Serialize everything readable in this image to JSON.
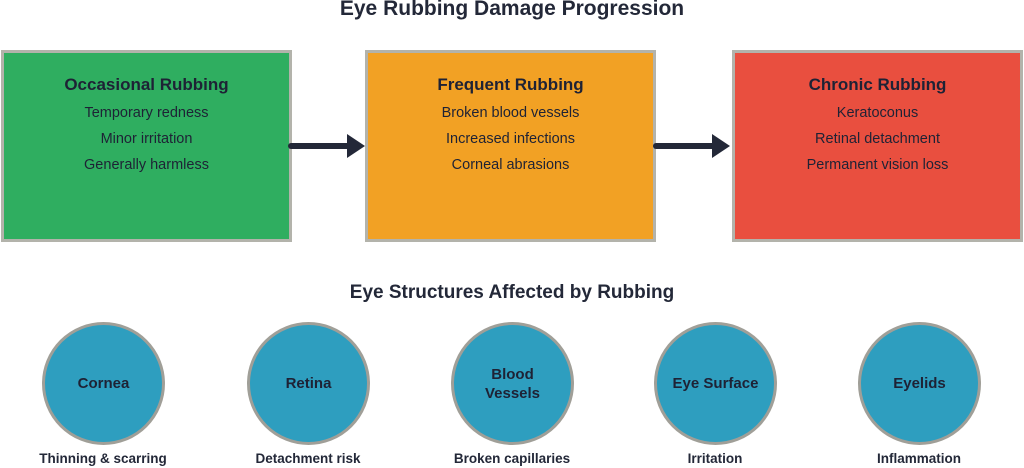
{
  "title": "Eye Rubbing Damage Progression",
  "colors": {
    "stage_occasional": "#2fae60",
    "stage_frequent": "#f2a124",
    "stage_chronic": "#e94f3f",
    "structure_circle": "#2e9ebf",
    "text_dark": "#232838",
    "border_gray": "#a09f98"
  },
  "stages": [
    {
      "name": "Occasional Rubbing",
      "items": [
        "Temporary redness",
        "Minor irritation",
        "Generally harmless"
      ]
    },
    {
      "name": "Frequent Rubbing",
      "items": [
        "Broken blood vessels",
        "Increased infections",
        "Corneal abrasions"
      ]
    },
    {
      "name": "Chronic Rubbing",
      "items": [
        "Keratoconus",
        "Retinal detachment",
        "Permanent vision loss"
      ]
    }
  ],
  "structures_section": {
    "title": "Eye Structures Affected by Rubbing",
    "structures": [
      {
        "label": "Cornea",
        "sublabel": "Thinning & scarring"
      },
      {
        "label": "Retina",
        "sublabel": "Detachment risk"
      },
      {
        "label": "Blood Vessels",
        "sublabel": "Broken capillaries"
      },
      {
        "label": "Eye Surface",
        "sublabel": "Irritation"
      },
      {
        "label": "Eyelids",
        "sublabel": "Inflammation"
      }
    ]
  }
}
